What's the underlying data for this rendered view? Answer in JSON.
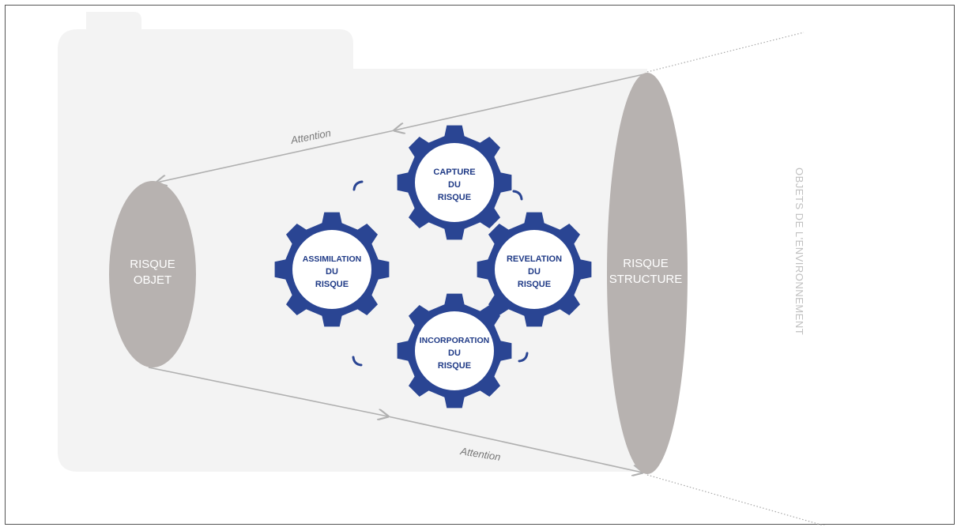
{
  "left_node": {
    "line1": "RISQUE",
    "line2": "OBJET"
  },
  "right_node": {
    "line1": "RISQUE",
    "line2": "STRUCTURE"
  },
  "environment_label": "OBJETS DE L'ENVIRONNEMENT",
  "arrows": {
    "top_label": "Attention",
    "bottom_label": "Attention"
  },
  "gears": [
    {
      "line1": "CAPTURE",
      "line2": "DU",
      "line3": "RISQUE"
    },
    {
      "line1": "REVELATION",
      "line2": "DU",
      "line3": "RISQUE"
    },
    {
      "line1": "INCORPORATION",
      "line2": "DU",
      "line3": "RISQUE"
    },
    {
      "line1": "ASSIMILATION",
      "line2": "DU",
      "line3": "RISQUE"
    }
  ],
  "colors": {
    "gear_blue": "#2a4593",
    "gear_text": "#1f3a86",
    "node_gray": "#b7b2b0",
    "camera_bg": "#f3f3f3",
    "arrow_gray": "#b0b0b0",
    "env_text": "#c0c0c0"
  }
}
